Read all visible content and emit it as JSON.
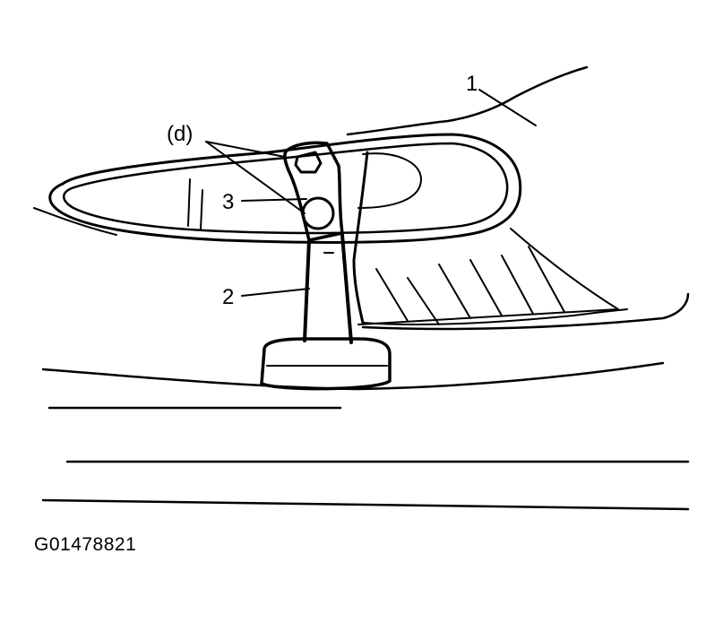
{
  "labels": {
    "callout_1": "1",
    "callout_2": "2",
    "callout_3": "3",
    "callout_d": "(d)"
  },
  "figure_id": "G01478821",
  "colors": {
    "ink": "#000000",
    "paper": "#ffffff"
  }
}
